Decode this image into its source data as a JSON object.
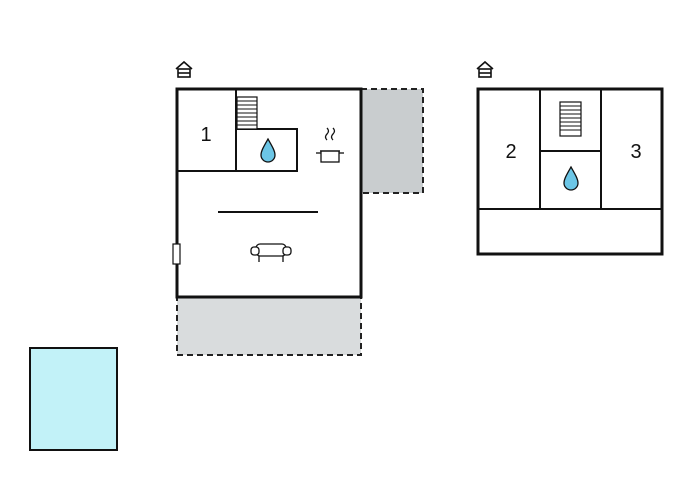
{
  "floor_plan": {
    "ground_floor": {
      "home_marker": "house-icon",
      "rooms": [
        {
          "label": "1",
          "kind": "bedroom"
        },
        {
          "label": "",
          "kind": "bathroom",
          "icon": "water-drop-icon"
        },
        {
          "label": "",
          "kind": "kitchen",
          "icon": "cooking-pot-icon"
        },
        {
          "label": "",
          "kind": "living-room",
          "icon": "sofa-icon"
        }
      ],
      "features": [
        "stairs-icon",
        "door"
      ],
      "outdoor_areas": [
        "terrace",
        "terrace"
      ]
    },
    "upper_floor": {
      "home_marker": "house-icon",
      "rooms": [
        {
          "label": "2",
          "kind": "bedroom"
        },
        {
          "label": "3",
          "kind": "bedroom"
        },
        {
          "label": "",
          "kind": "bathroom",
          "icon": "water-drop-icon"
        }
      ],
      "features": [
        "stairs-icon"
      ]
    },
    "pool": {
      "kind": "pool"
    },
    "colors": {
      "wall": "#111111",
      "terrace": "#d9dcdd",
      "terrace_side": "#c9cdcf",
      "pool": "#c2f2f8",
      "water_drop": "#6cc6e6"
    }
  }
}
